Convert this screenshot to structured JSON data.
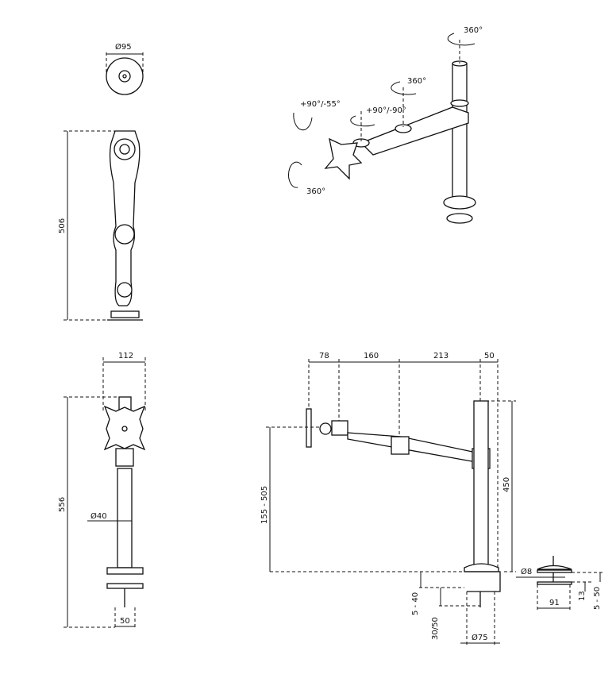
{
  "top_view": {
    "diameter": "Ø95"
  },
  "side_view": {
    "height": "506"
  },
  "front_view": {
    "plate_width": "112",
    "height": "556",
    "pole_diameter": "Ø40",
    "bolt_width": "50"
  },
  "iso_view": {
    "pole_rotation": "360°",
    "arm_rotation": "360°",
    "tilt": "+90°/-55°",
    "swivel": "+90°/-90°",
    "plate_rotation": "360°"
  },
  "profile_view": {
    "reach_segments": [
      "78",
      "160",
      "213",
      "50"
    ],
    "pole_height": "450",
    "height_range": "155 - 505",
    "clamp_gap": "5 - 40",
    "clamp_depth": "30/50",
    "clamp_diameter": "Ø75"
  },
  "grommet_view": {
    "bolt_diameter": "Ø8",
    "thickness": "13",
    "desk_range": "5 - 50",
    "width": "91"
  }
}
